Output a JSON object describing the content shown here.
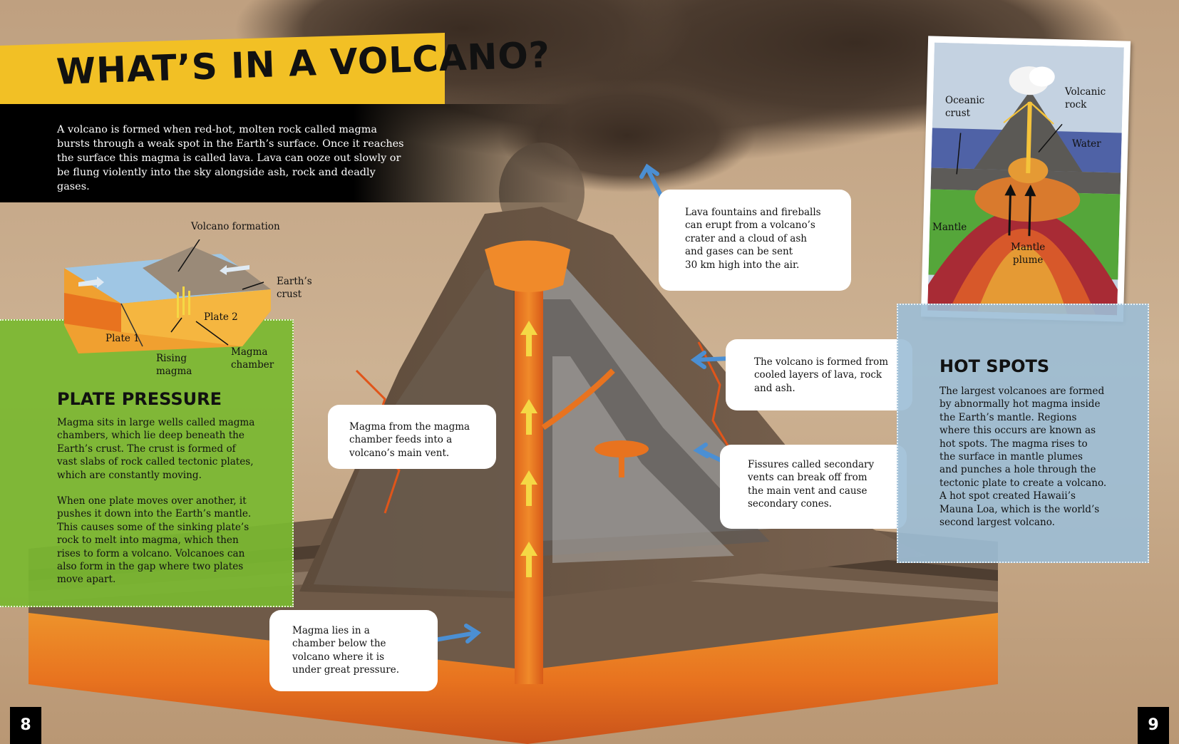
{
  "title": "WHAT’S IN A VOLCANO?",
  "intro": "A volcano is formed when red-hot, molten rock called magma bursts through a weak spot in the Earth’s surface. Once it reaches the surface this magma is called lava. Lava can ooze out slowly or be flung violently into the sky alongside ash, rock and deadly gases.",
  "formation": {
    "caption": "Volcano formation",
    "earths_crust": "Earth’s\ncrust",
    "plate1": "Plate 1",
    "plate2": "Plate 2",
    "rising_magma": "Rising\nmagma",
    "magma_chamber": "Magma\nchamber"
  },
  "plate_pressure": {
    "heading": "PLATE PRESSURE",
    "para1": "Magma sits in large wells called magma\nchambers, which lie deep beneath the\nEarth’s crust. The crust is formed of\nvast slabs of rock called tectonic plates,\nwhich are constantly moving.",
    "para2": "When one plate moves over another, it\npushes it down into the Earth’s mantle.\nThis causes some of the sinking plate’s\nrock to melt into magma, which then\nrises to form a volcano. Volcanoes can\nalso form in the gap where two plates\nmove apart."
  },
  "callouts": {
    "lava": "Lava fountains and fireballs\ncan erupt from a volcano’s\ncrater and a cloud of ash\nand gases can be sent\n30 km high into the air.",
    "layers": "The volcano is formed from\ncooled layers of lava, rock\nand ash.",
    "vent": "Magma from the magma\nchamber feeds into a\nvolcano’s main vent.",
    "fissures": "Fissures called secondary\nvents can break off from\nthe main vent and cause\nsecondary cones.",
    "chamber": "Magma lies in a\nchamber below the\nvolcano where it is\nunder great pressure."
  },
  "hotspot_diagram": {
    "oceanic_crust": "Oceanic\ncrust",
    "volcanic_rock": "Volcanic\nrock",
    "water": "Water",
    "mantle": "Mantle",
    "mantle_plume": "Mantle\nplume"
  },
  "hot_spots": {
    "heading": "HOT SPOTS",
    "body": "The largest volcanoes are formed\nby abnormally hot magma inside\nthe Earth’s mantle. Regions\nwhere this occurs are known as\nhot spots. The magma rises to\nthe surface in mantle plumes\nand punches a hole through the\ntectonic plate to create a volcano.\nA hot spot created Hawaii’s\nMauna Loa, which is the world’s\nsecond largest volcano."
  },
  "page_left": "8",
  "page_right": "9",
  "colors": {
    "title_band": "#f2c025",
    "green_panel": "#7ab830",
    "blue_panel": "#9cbed6",
    "arrow_blue": "#4b8fd3",
    "magma": "#e8731f"
  }
}
